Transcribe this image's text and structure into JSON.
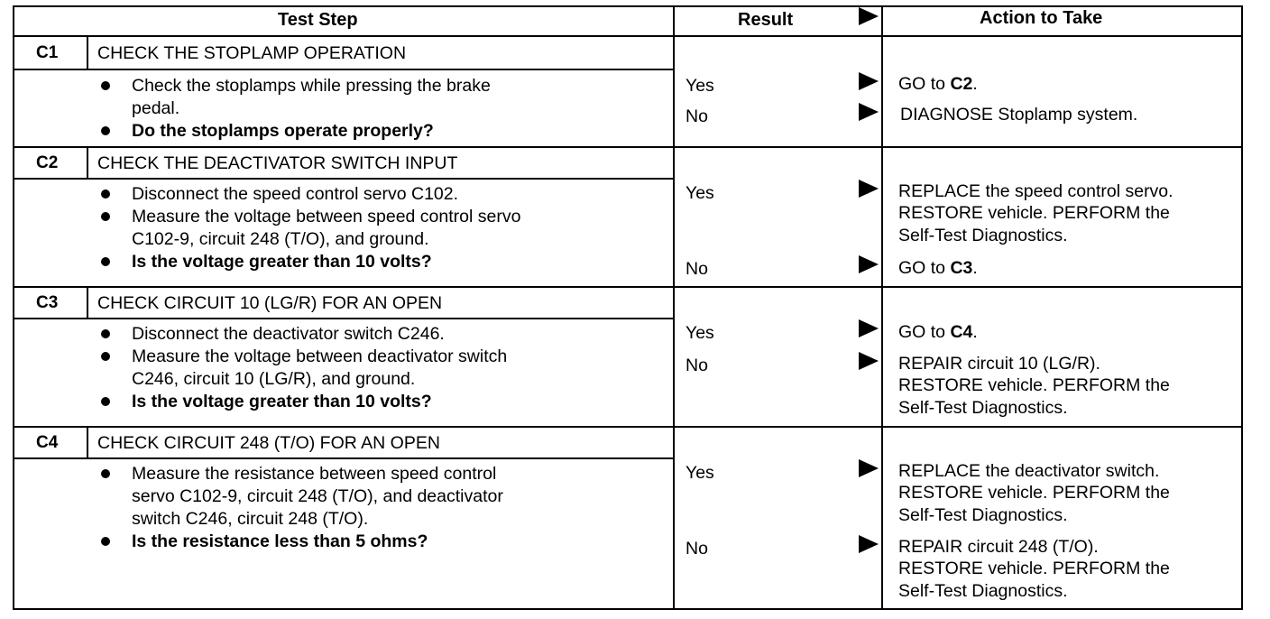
{
  "header": {
    "test_step": "Test Step",
    "result": "Result",
    "action": "Action to Take"
  },
  "steps": [
    {
      "code": "C1",
      "title": "CHECK THE STOPLAMP OPERATION",
      "lines": [
        "Check the stoplamps while pressing the brake",
        "pedal.",
        "Do the stoplamps operate properly?"
      ],
      "results": [
        {
          "label": "Yes",
          "action_pre": "GO to ",
          "action_bold": "C2",
          "action_post": "."
        },
        {
          "label": "No",
          "action": "DIAGNOSE Stoplamp system."
        }
      ]
    },
    {
      "code": "C2",
      "title": "CHECK THE DEACTIVATOR SWITCH INPUT",
      "lines": [
        "Disconnect the speed control servo C102.",
        "Measure the voltage between speed control servo",
        "C102-9, circuit 248 (T/O), and ground.",
        "Is the voltage greater than 10 volts?"
      ],
      "results": [
        {
          "label": "Yes",
          "action_lines": [
            "REPLACE the speed control servo.",
            "RESTORE vehicle. PERFORM the",
            "Self-Test Diagnostics."
          ]
        },
        {
          "label": "No",
          "action_pre": "GO to ",
          "action_bold": "C3",
          "action_post": "."
        }
      ]
    },
    {
      "code": "C3",
      "title": "CHECK CIRCUIT 10 (LG/R) FOR AN OPEN",
      "lines": [
        "Disconnect the deactivator switch C246.",
        "Measure the voltage between deactivator switch",
        "C246, circuit 10 (LG/R), and ground.",
        "Is the voltage greater than 10 volts?"
      ],
      "results": [
        {
          "label": "Yes",
          "action_pre": "GO to ",
          "action_bold": "C4",
          "action_post": "."
        },
        {
          "label": "No",
          "action_lines": [
            "REPAIR circuit 10 (LG/R).",
            "RESTORE vehicle. PERFORM the",
            "Self-Test Diagnostics."
          ]
        }
      ]
    },
    {
      "code": "C4",
      "title": "CHECK CIRCUIT 248 (T/O) FOR AN OPEN",
      "lines": [
        "Measure the resistance between speed control",
        "servo C102-9, circuit 248 (T/O), and deactivator",
        "switch C246, circuit 248 (T/O).",
        "Is the resistance less than 5 ohms?"
      ],
      "results": [
        {
          "label": "Yes",
          "action_lines": [
            "REPLACE the deactivator switch.",
            "RESTORE vehicle. PERFORM the",
            "Self-Test Diagnostics."
          ]
        },
        {
          "label": "No",
          "action_lines": [
            "REPAIR circuit 248 (T/O).",
            "RESTORE vehicle. PERFORM the",
            "Self-Test Diagnostics."
          ]
        }
      ]
    }
  ]
}
